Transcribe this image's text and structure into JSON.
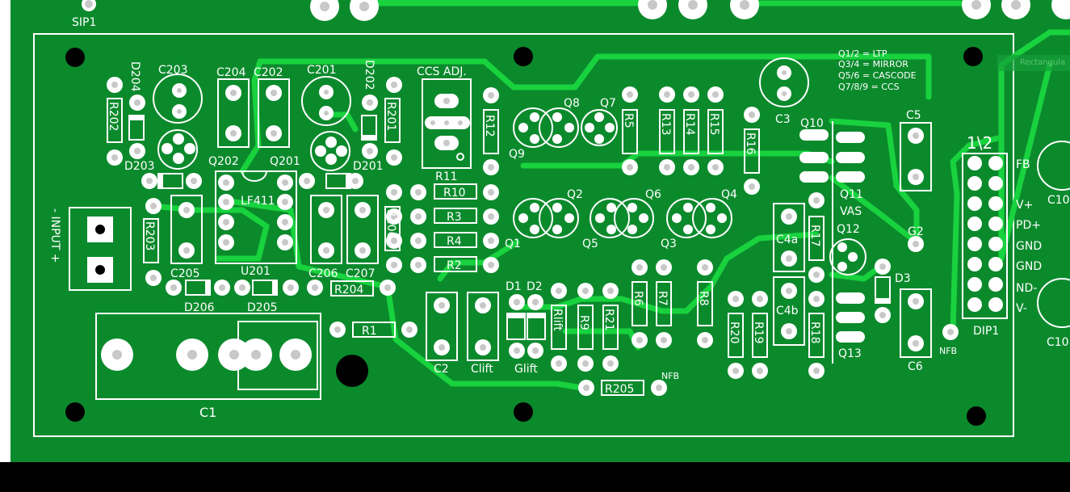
{
  "colors": {
    "board": "#0b8a2c",
    "trace": "#18d23e",
    "silk": "#ffffff",
    "pad": "#c8c8c8"
  },
  "labels": {
    "sip1": "SIP1",
    "input": "- INPUT +",
    "c1": "C1",
    "c203": "C203",
    "c204": "C204",
    "c202": "C202",
    "c201": "C201",
    "d204": "D204",
    "d202": "D202",
    "r202": "R202",
    "r201": "R201",
    "d203": "D203",
    "q202": "Q202",
    "q201": "Q201",
    "d201": "D201",
    "lf411": "LF411",
    "u201": "U201",
    "r203": "R203",
    "c205": "C205",
    "c206": "C206",
    "c207": "C207",
    "r206": "R206",
    "d206": "D206",
    "d205": "D205",
    "r204": "R204",
    "r1": "R1",
    "ccs_adj": "CCS ADJ.",
    "r11": "R11",
    "r12": "R12",
    "r10": "R10",
    "r3": "R3",
    "r4": "R4",
    "r2": "R2",
    "q8": "Q8",
    "q7": "Q7",
    "q9": "Q9",
    "q1": "Q1",
    "q2": "Q2",
    "q5": "Q5",
    "q6": "Q6",
    "q3": "Q3",
    "q4": "Q4",
    "r5": "R5",
    "r13": "R13",
    "r14": "R14",
    "r15": "R15",
    "r16": "R16",
    "c2": "C2",
    "clift": "Clift",
    "glift": "Glift",
    "d1": "D1",
    "d2": "D2",
    "rlift": "Rlift",
    "r9": "R9",
    "r21": "R21",
    "r6": "R6",
    "r7": "R7",
    "r8": "R8",
    "r205": "R205",
    "nfb": "NFB",
    "r20": "R20",
    "r19": "R19",
    "r18": "R18",
    "r17": "R17",
    "c4a": "C4a",
    "c4b": "C4b",
    "q10": "Q10",
    "q11": "Q11",
    "q12": "Q12",
    "q13": "Q13",
    "vas": "VAS",
    "d3": "D3",
    "c3": "C3",
    "c5": "C5",
    "c6": "C6",
    "g2": "G2",
    "dip1": "DIP1",
    "pin12": "1\\2",
    "fb": "FB",
    "vplus": "V+",
    "pdplus": "PD+",
    "gnd1": "GND",
    "gnd2": "GND",
    "nd": "ND-",
    "vminus": "V-",
    "c10a": "C10",
    "c10b": "C10",
    "notes": [
      "Q1/2 = LTP",
      "Q3/4 = MIRROR",
      "Q5/6 = CASCODE",
      "Q7/8/9 = CCS"
    ],
    "tooltip": "Rectangula"
  }
}
